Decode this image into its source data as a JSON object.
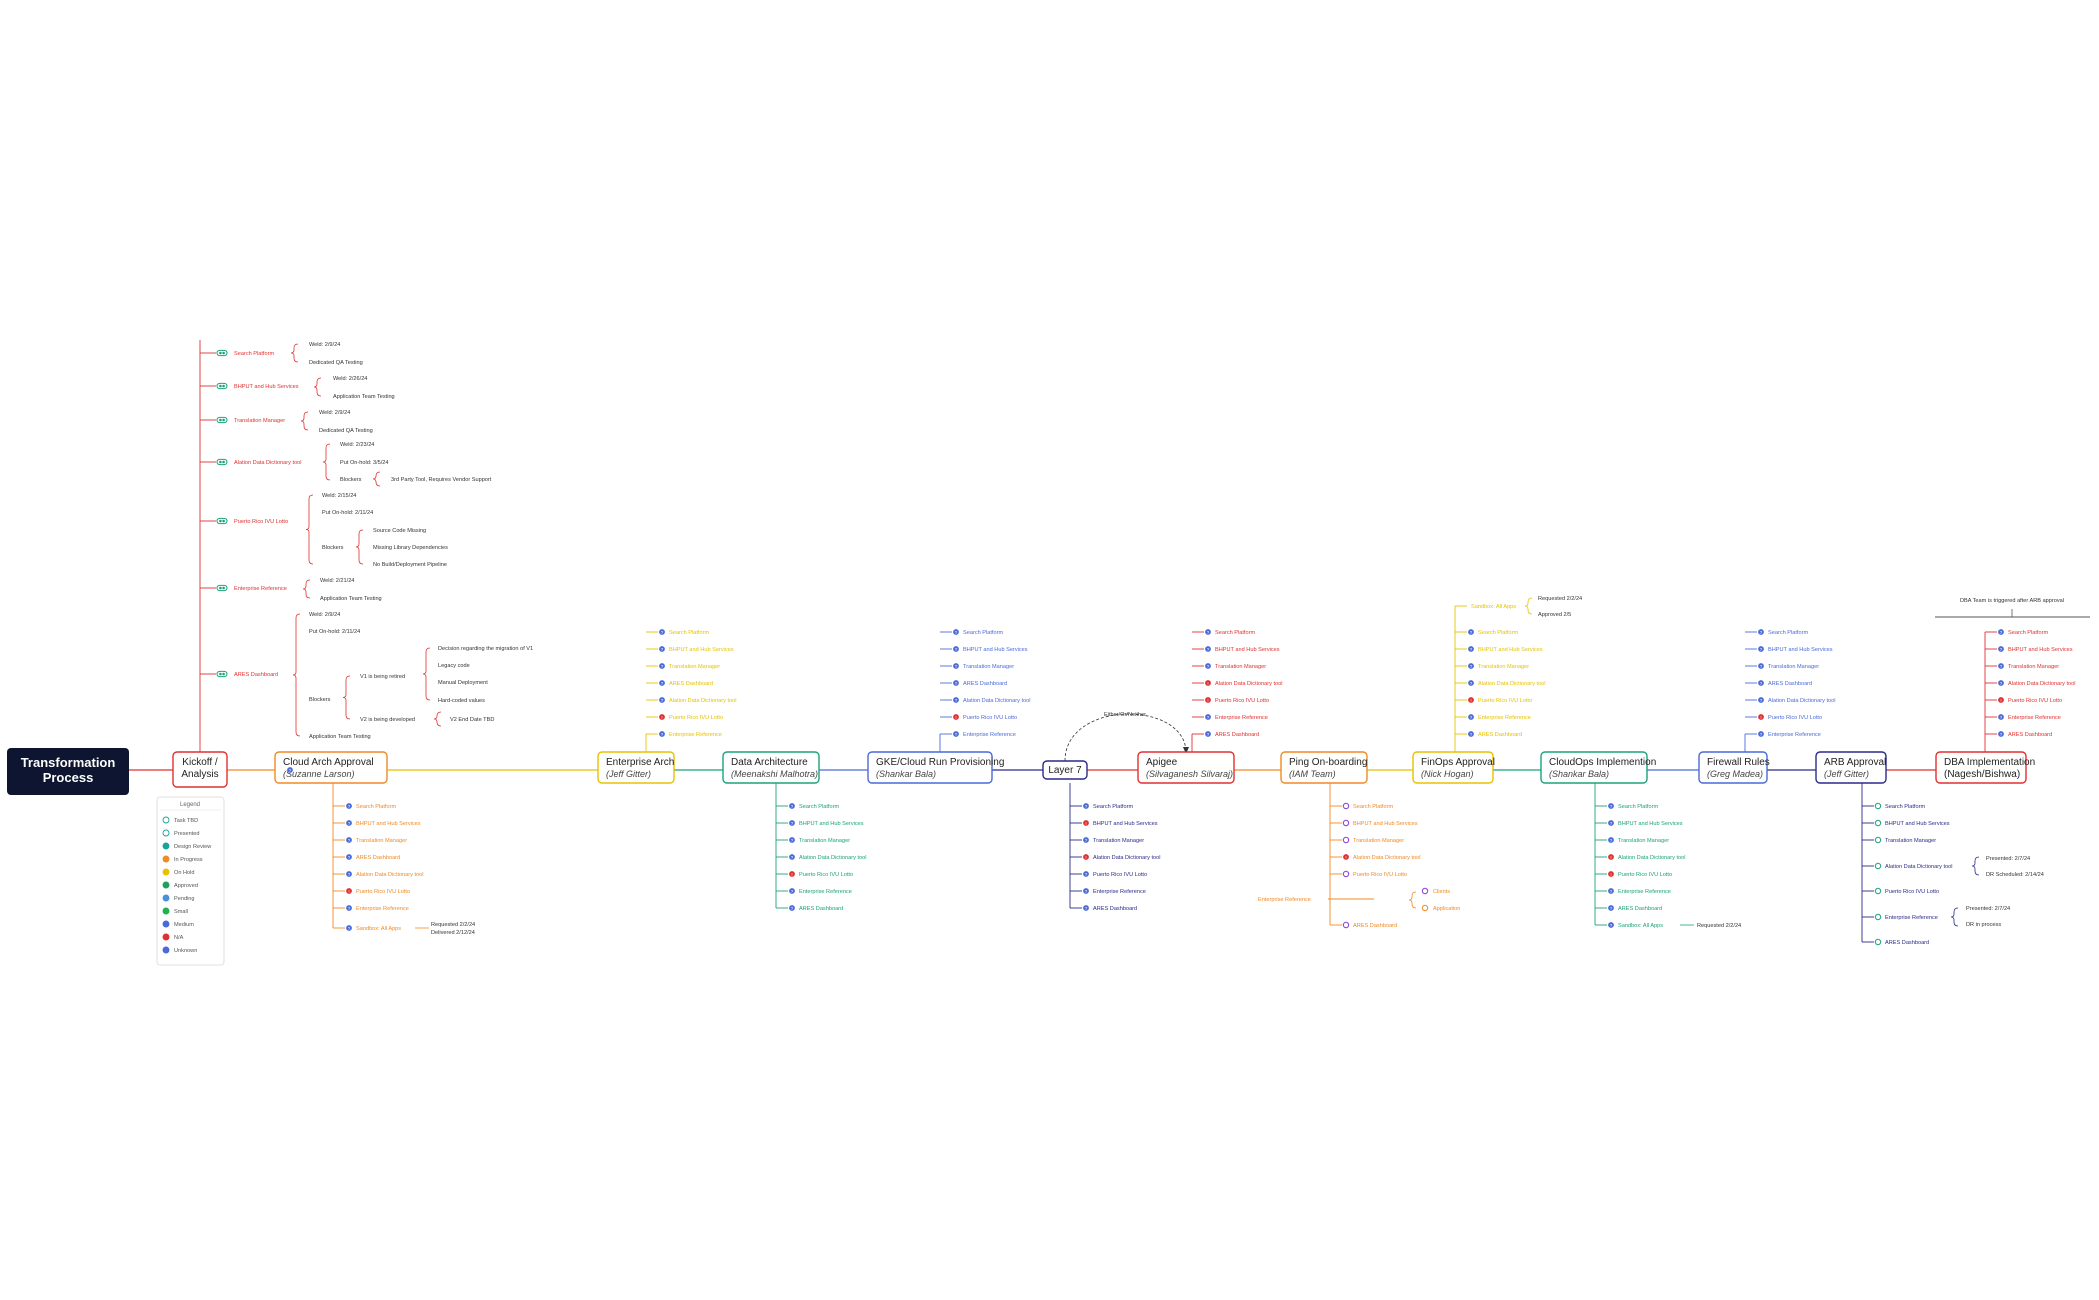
{
  "root": {
    "title": "Transformation Process"
  },
  "legend": {
    "title": "Legend",
    "items": [
      {
        "label": "Task TBD",
        "icon": "task-tbd-icon",
        "color": "#1aa39a"
      },
      {
        "label": "Presented",
        "icon": "presented-icon",
        "color": "#1aa39a"
      },
      {
        "label": "Design Review",
        "icon": "design-review-icon",
        "color": "#1aa39a"
      },
      {
        "label": "In Progress",
        "icon": "in-progress-icon",
        "color": "#f08a24"
      },
      {
        "label": "On Hold",
        "icon": "on-hold-icon",
        "color": "#e6c200"
      },
      {
        "label": "Approved",
        "icon": "approved-icon",
        "color": "#1aa35a"
      },
      {
        "label": "Pending",
        "icon": "pending-icon",
        "color": "#4a90d9"
      },
      {
        "label": "Small",
        "icon": "small-icon",
        "color": "#22b14c"
      },
      {
        "label": "Medium",
        "icon": "medium-icon",
        "color": "#4a6ad9"
      },
      {
        "label": "N/A",
        "icon": "na-icon",
        "color": "#e03030"
      },
      {
        "label": "Unknown",
        "icon": "unknown-icon",
        "color": "#4a6ad9"
      }
    ]
  },
  "stages": [
    {
      "id": "kickoff",
      "title": "Kickoff / Analysis",
      "sub": "",
      "color": "#e03030"
    },
    {
      "id": "cloud-arch",
      "title": "Cloud Arch Approval",
      "sub": "(Suzanne Larson)",
      "color": "#f08a24"
    },
    {
      "id": "ent-arch",
      "title": "Enterprise Arch",
      "sub": "(Jeff Gitter)",
      "color": "#e6c200"
    },
    {
      "id": "data-arch",
      "title": "Data Architecture",
      "sub": "(Meenakshi Malhotra)",
      "color": "#1aa37a"
    },
    {
      "id": "gke",
      "title": "GKE/Cloud Run Provisioning",
      "sub": "(Shankar Bala)",
      "color": "#4a6ad9"
    },
    {
      "id": "layer7",
      "title": "Layer 7",
      "sub": "",
      "color": "#2a2a8a"
    },
    {
      "id": "apigee",
      "title": "Apigee",
      "sub": "(Silvaganesh Silvaraj)",
      "color": "#e03030"
    },
    {
      "id": "ping",
      "title": "Ping On-boarding",
      "sub": "(IAM Team)",
      "color": "#f08a24"
    },
    {
      "id": "finops",
      "title": "FinOps Approval",
      "sub": "(Nick Hogan)",
      "color": "#e6c200"
    },
    {
      "id": "cloudops",
      "title": "CloudOps Implemention",
      "sub": "(Shankar Bala)",
      "color": "#1aa37a"
    },
    {
      "id": "firewall",
      "title": "Firewall Rules",
      "sub": "(Greg Madea)",
      "color": "#4a6ad9"
    },
    {
      "id": "arb",
      "title": "ARB Approval",
      "sub": "(Jeff Gitter)",
      "color": "#2a2a8a"
    },
    {
      "id": "dba",
      "title": "DBA Implementation (Nagesh/Bishwa)",
      "sub": "",
      "color": "#e03030"
    }
  ],
  "apps": [
    "Search Platform",
    "BHPUT and Hub Services",
    "Translation Manager",
    "ARES Dashboard",
    "Alation Data Dictionary tool",
    "Puerto Rico IVU Lotto",
    "Enterprise Reference"
  ],
  "kickoff_branches": [
    {
      "label": "Search Platform",
      "notes": [
        "Weld: 2/9/24",
        "Dedicated QA Testing"
      ]
    },
    {
      "label": "BHPUT and Hub Services",
      "notes": [
        "Weld: 2/26/24",
        "Application Team Testing"
      ]
    },
    {
      "label": "Translation Manager",
      "notes": [
        "Weld: 2/9/24",
        "Dedicated QA Testing"
      ]
    },
    {
      "label": "Alation Data Dictionary tool",
      "notes": [
        "Weld: 2/23/24",
        "Put On-hold: 3/5/24",
        "Blockers"
      ],
      "blocker": [
        "3rd Party Tool, Requires Vendor Support"
      ]
    },
    {
      "label": "Puerto Rico IVU Lotto",
      "notes": [
        "Weld: 2/15/24",
        "Put On-hold: 2/11/24",
        "Blockers"
      ],
      "blocker": [
        "Source Code Missing",
        "Missing Library Dependencies",
        "No Build/Deployment Pipeline"
      ]
    },
    {
      "label": "Enterprise Reference",
      "notes": [
        "Weld: 2/21/24",
        "Application Team Testing"
      ]
    },
    {
      "label": "ARES Dashboard",
      "notes": [
        "Weld: 2/9/24",
        "Put On-hold: 2/11/24",
        "Blockers",
        "Application Team Testing"
      ],
      "v1": "V1 is being retired",
      "v1_items": [
        "Decision regarding the migration of V1",
        "Legacy code",
        "Manual Deployment",
        "Hard-coded values"
      ],
      "v2": "V2 is being developed",
      "v2_items": [
        "V2 End Date TBD"
      ]
    }
  ],
  "notes": {
    "cloud_arch_sandbox": "Sandbox: All Apps",
    "cloud_arch_sandbox_req": "Requested 2/2/24",
    "cloud_arch_sandbox_del": "Delivered 2/12/24",
    "either_or": "Either/Or/Neither",
    "ping_enterprise": "Enterprise Reference",
    "ping_clients": "Clients",
    "ping_application": "Application",
    "finops_sandbox": "Sandbox: All Apps",
    "finops_requested": "Requested 2/2/24",
    "finops_approved": "Approved 2/5",
    "cloudops_sandbox": "Sandbox: All Apps",
    "cloudops_requested": "Requested 2/2/24",
    "arb_alation_presented": "Presented: 2/7/24",
    "arb_alation_dr": "DR Scheduled: 2/14/24",
    "arb_ent_presented": "Presented: 2/7/24",
    "arb_ent_dr": "DR in process",
    "dba_note": "DBA Team is triggered after ARB approval"
  }
}
